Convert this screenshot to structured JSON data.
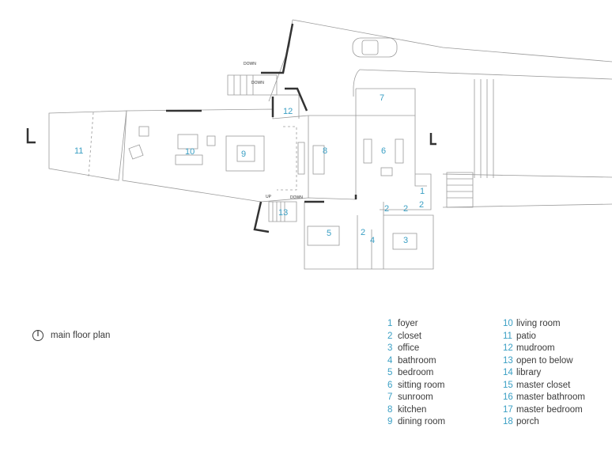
{
  "caption": {
    "text": "main floor plan",
    "icon": "north-arrow-icon"
  },
  "plan": {
    "room_numbers": [
      "1",
      "2",
      "2",
      "2",
      "2",
      "3",
      "4",
      "5",
      "6",
      "7",
      "8",
      "9",
      "10",
      "11",
      "12",
      "13"
    ],
    "stair_labels": [
      "DOWN",
      "DOWN",
      "UP",
      "DOWN"
    ],
    "accent_color": "#3a9fc4",
    "line_color": "#8a8a8a"
  },
  "legend": {
    "items": [
      {
        "num": "1",
        "label": "foyer"
      },
      {
        "num": "2",
        "label": "closet"
      },
      {
        "num": "3",
        "label": "office"
      },
      {
        "num": "4",
        "label": "bathroom"
      },
      {
        "num": "5",
        "label": "bedroom"
      },
      {
        "num": "6",
        "label": "sitting room"
      },
      {
        "num": "7",
        "label": "sunroom"
      },
      {
        "num": "8",
        "label": "kitchen"
      },
      {
        "num": "9",
        "label": "dining room"
      },
      {
        "num": "10",
        "label": "living room"
      },
      {
        "num": "11",
        "label": "patio"
      },
      {
        "num": "12",
        "label": "mudroom"
      },
      {
        "num": "13",
        "label": "open to below"
      },
      {
        "num": "14",
        "label": "library"
      },
      {
        "num": "15",
        "label": "master closet"
      },
      {
        "num": "16",
        "label": "master bathroom"
      },
      {
        "num": "17",
        "label": "master bedroom"
      },
      {
        "num": "18",
        "label": "porch"
      }
    ]
  }
}
